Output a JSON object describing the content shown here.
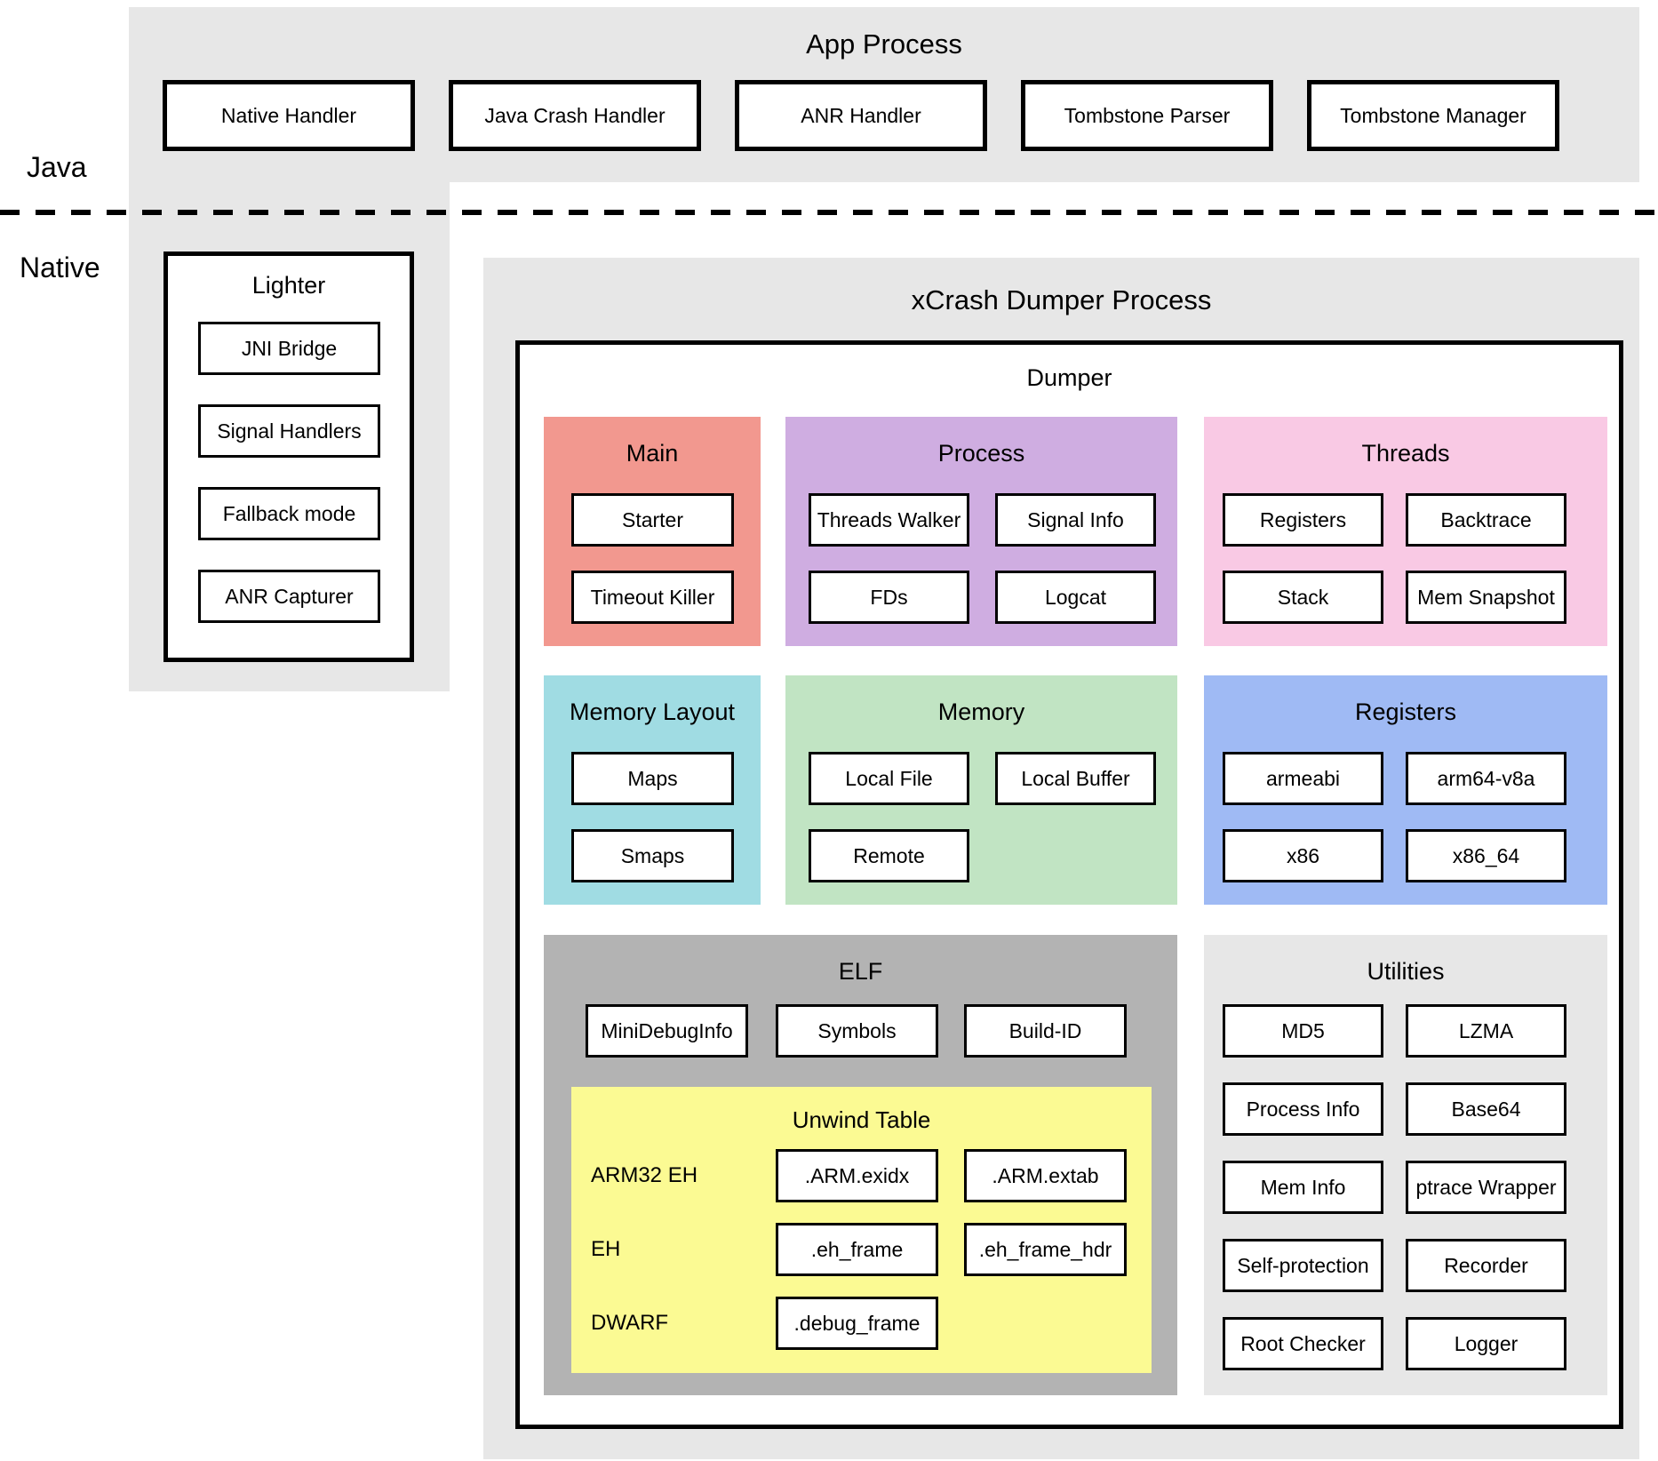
{
  "labels": {
    "java": "Java",
    "native": "Native"
  },
  "app_process": {
    "title": "App Process",
    "boxes": [
      "Native Handler",
      "Java Crash Handler",
      "ANR Handler",
      "Tombstone Parser",
      "Tombstone Manager"
    ]
  },
  "lighter": {
    "title": "Lighter",
    "boxes": [
      "JNI Bridge",
      "Signal Handlers",
      "Fallback mode",
      "ANR Capturer"
    ]
  },
  "dumper_process": {
    "title": "xCrash Dumper Process",
    "dumper_title": "Dumper"
  },
  "colors": {
    "panel_gray": "#e7e7e7",
    "main": "#f2988f",
    "process": "#cfade1",
    "threads": "#f9c9e4",
    "memory_layout": "#a0dce3",
    "memory": "#c1e4c3",
    "registers": "#9fbaf4",
    "elf": "#b3b3b3",
    "unwind": "#fbfa93",
    "utilities": "#e7e7e7"
  },
  "sections": {
    "main": {
      "title": "Main",
      "boxes": [
        "Starter",
        "Timeout Killer"
      ]
    },
    "process": {
      "title": "Process",
      "boxes": [
        "Threads Walker",
        "Signal Info",
        "FDs",
        "Logcat"
      ]
    },
    "threads": {
      "title": "Threads",
      "boxes": [
        "Registers",
        "Backtrace",
        "Stack",
        "Mem Snapshot"
      ]
    },
    "memory_layout": {
      "title": "Memory Layout",
      "boxes": [
        "Maps",
        "Smaps"
      ]
    },
    "memory": {
      "title": "Memory",
      "boxes": [
        "Local File",
        "Local Buffer",
        "Remote"
      ]
    },
    "registers": {
      "title": "Registers",
      "boxes": [
        "armeabi",
        "arm64-v8a",
        "x86",
        "x86_64"
      ]
    },
    "elf": {
      "title": "ELF",
      "boxes": [
        "MiniDebugInfo",
        "Symbols",
        "Build-ID"
      ],
      "unwind": {
        "title": "Unwind Table",
        "rows": [
          {
            "label": "ARM32 EH",
            "boxes": [
              ".ARM.exidx",
              ".ARM.extab"
            ]
          },
          {
            "label": "EH",
            "boxes": [
              ".eh_frame",
              ".eh_frame_hdr"
            ]
          },
          {
            "label": "DWARF",
            "boxes": [
              ".debug_frame"
            ]
          }
        ]
      }
    },
    "utilities": {
      "title": "Utilities",
      "boxes": [
        "MD5",
        "LZMA",
        "Process Info",
        "Base64",
        "Mem Info",
        "ptrace Wrapper",
        "Self-protection",
        "Recorder",
        "Root Checker",
        "Logger"
      ]
    }
  }
}
